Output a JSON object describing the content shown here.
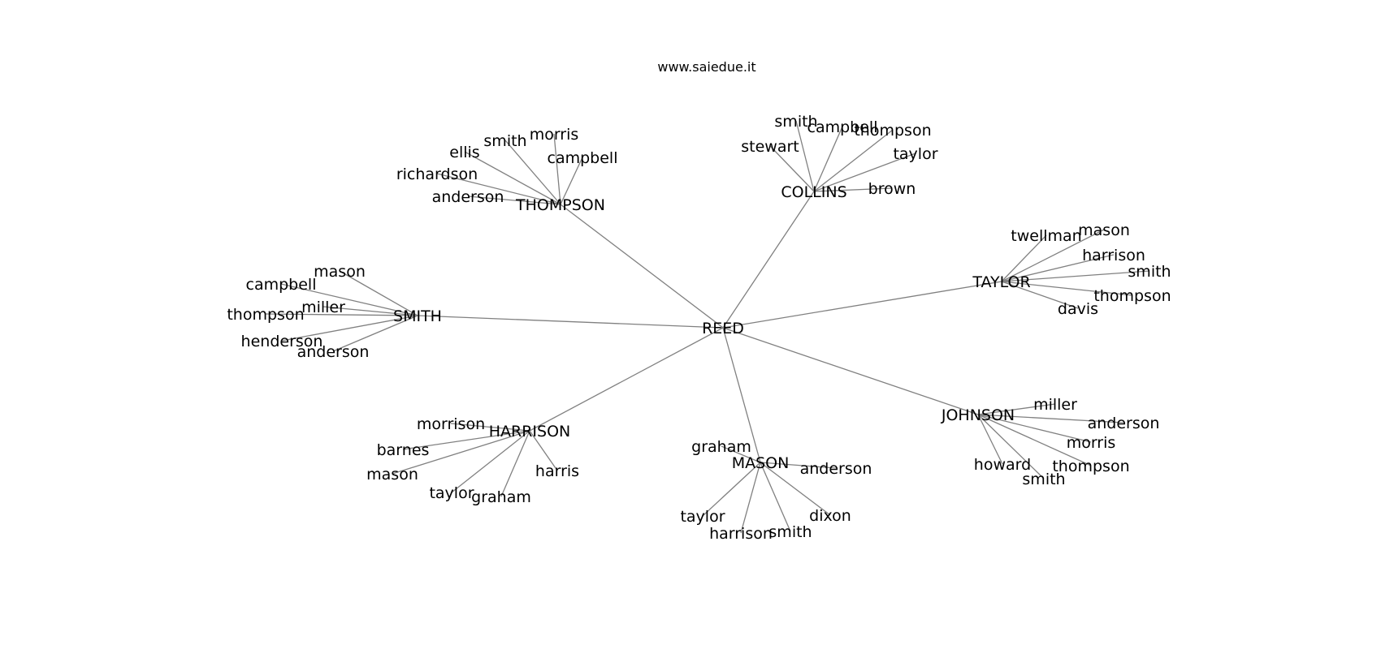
{
  "title": "www.saiedue.it",
  "graph": {
    "root": "REED",
    "groups": [
      {
        "hub": "THOMPSON",
        "leaves": [
          "anderson",
          "richardson",
          "ellis",
          "smith",
          "morris",
          "campbell"
        ]
      },
      {
        "hub": "COLLINS",
        "leaves": [
          "stewart",
          "smith",
          "campbell",
          "thompson",
          "taylor",
          "brown"
        ]
      },
      {
        "hub": "TAYLOR",
        "leaves": [
          "twellman",
          "mason",
          "harrison",
          "smith",
          "thompson",
          "davis"
        ]
      },
      {
        "hub": "SMITH",
        "leaves": [
          "mason",
          "campbell",
          "miller",
          "thompson",
          "henderson",
          "anderson"
        ]
      },
      {
        "hub": "JOHNSON",
        "leaves": [
          "miller",
          "anderson",
          "morris",
          "thompson",
          "smith",
          "howard"
        ]
      },
      {
        "hub": "MASON",
        "leaves": [
          "graham",
          "anderson",
          "dixon",
          "smith",
          "harrison",
          "taylor"
        ]
      },
      {
        "hub": "HARRISON",
        "leaves": [
          "morrison",
          "barnes",
          "mason",
          "taylor",
          "graham",
          "harris"
        ]
      }
    ]
  }
}
